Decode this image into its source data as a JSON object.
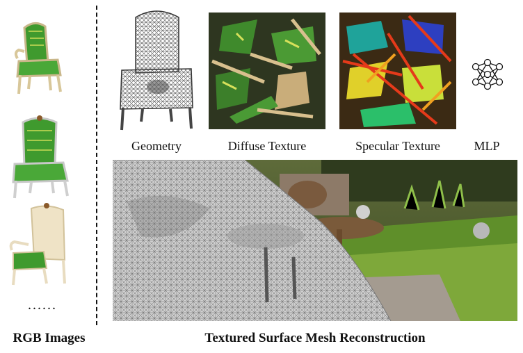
{
  "left_column": {
    "ellipsis": "......",
    "caption": "RGB Images"
  },
  "top_row": {
    "labels": [
      "Geometry",
      "Diffuse Texture",
      "Specular Texture",
      "MLP"
    ]
  },
  "bottom_caption": "Textured Surface Mesh Reconstruction",
  "colors": {
    "chair_green": "#3f9a2e",
    "chair_frame": "#e9dcc0",
    "mesh_gray": "#bdbdbd"
  }
}
